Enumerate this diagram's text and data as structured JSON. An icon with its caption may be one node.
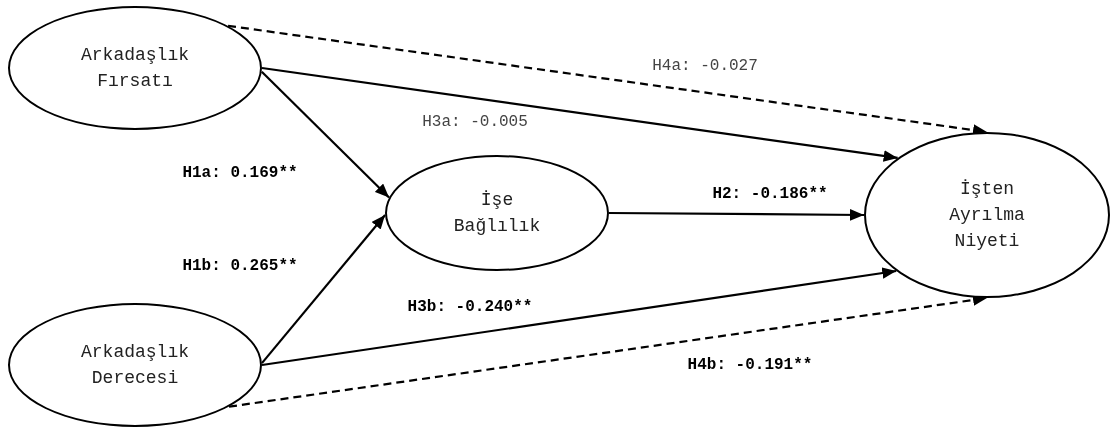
{
  "diagram": {
    "nodes": [
      {
        "text": [
          "Arkadaşlık Fırsatı"
        ]
      },
      {
        "text": [
          "İşe Bağlılık"
        ]
      },
      {
        "text": [
          "İşten Ayrılma Niyeti"
        ]
      },
      {
        "text": [
          "Arkadaşlık Derecesi"
        ]
      }
    ],
    "edges": [
      {
        "from": 0,
        "to": 2,
        "arrow": "to",
        "label": "H4a: -0.027",
        "style": "dashed"
      },
      {
        "from": 0,
        "to": 2,
        "arrow": "to",
        "label": "H3a: -0.005"
      },
      {
        "from": 0,
        "to": 1,
        "arrow": "to",
        "label": "H1a: 0.169**"
      },
      {
        "from": 3,
        "to": 1,
        "arrow": "to",
        "label": "H1b: 0.265**"
      },
      {
        "from": 1,
        "to": 2,
        "arrow": "to",
        "label": "H2: -0.186**"
      },
      {
        "from": 3,
        "to": 2,
        "arrow": "to",
        "label": "H3b: -0.240**"
      },
      {
        "from": 3,
        "to": 2,
        "arrow": "to",
        "label": "H4b: -0.191**",
        "style": "dashed"
      }
    ]
  }
}
